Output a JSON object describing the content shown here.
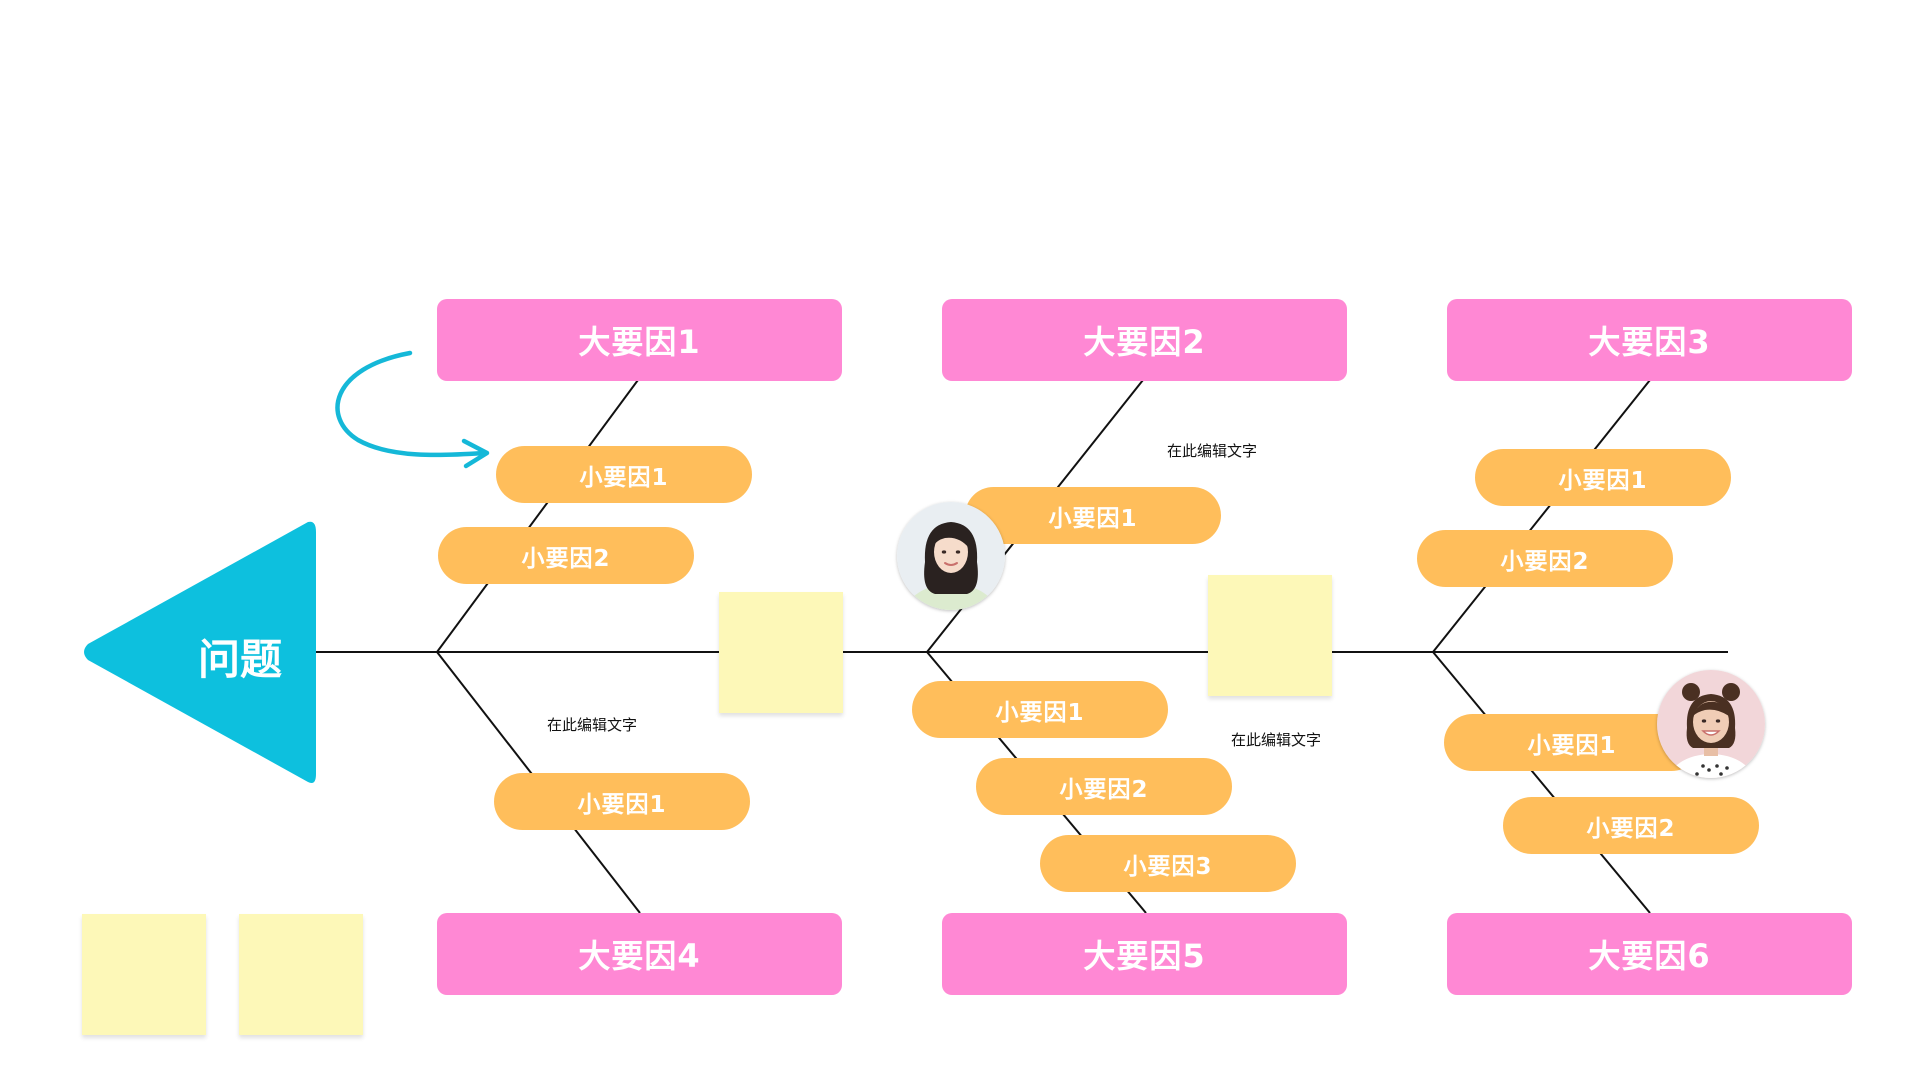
{
  "problem": {
    "label": "问题"
  },
  "big_causes": [
    {
      "label": "大要因1"
    },
    {
      "label": "大要因2"
    },
    {
      "label": "大要因3"
    },
    {
      "label": "大要因4"
    },
    {
      "label": "大要因5"
    },
    {
      "label": "大要因6"
    }
  ],
  "small_causes": [
    {
      "label": "小要因1"
    },
    {
      "label": "小要因2"
    },
    {
      "label": "小要因1"
    },
    {
      "label": "小要因1"
    },
    {
      "label": "小要因2"
    },
    {
      "label": "小要因1"
    },
    {
      "label": "小要因1"
    },
    {
      "label": "小要因2"
    },
    {
      "label": "小要因3"
    },
    {
      "label": "小要因1"
    },
    {
      "label": "小要因2"
    }
  ],
  "notes": [
    {
      "text": "在此编辑文字"
    },
    {
      "text": "在此编辑文字"
    },
    {
      "text": "在此编辑文字"
    }
  ],
  "colors": {
    "big_cause": "#FF88D4",
    "small_cause": "#FFBE5B",
    "head": "#0DC0DE",
    "sticky": "#FDF8B8",
    "arrow": "#15B8D8",
    "line": "#111111"
  }
}
